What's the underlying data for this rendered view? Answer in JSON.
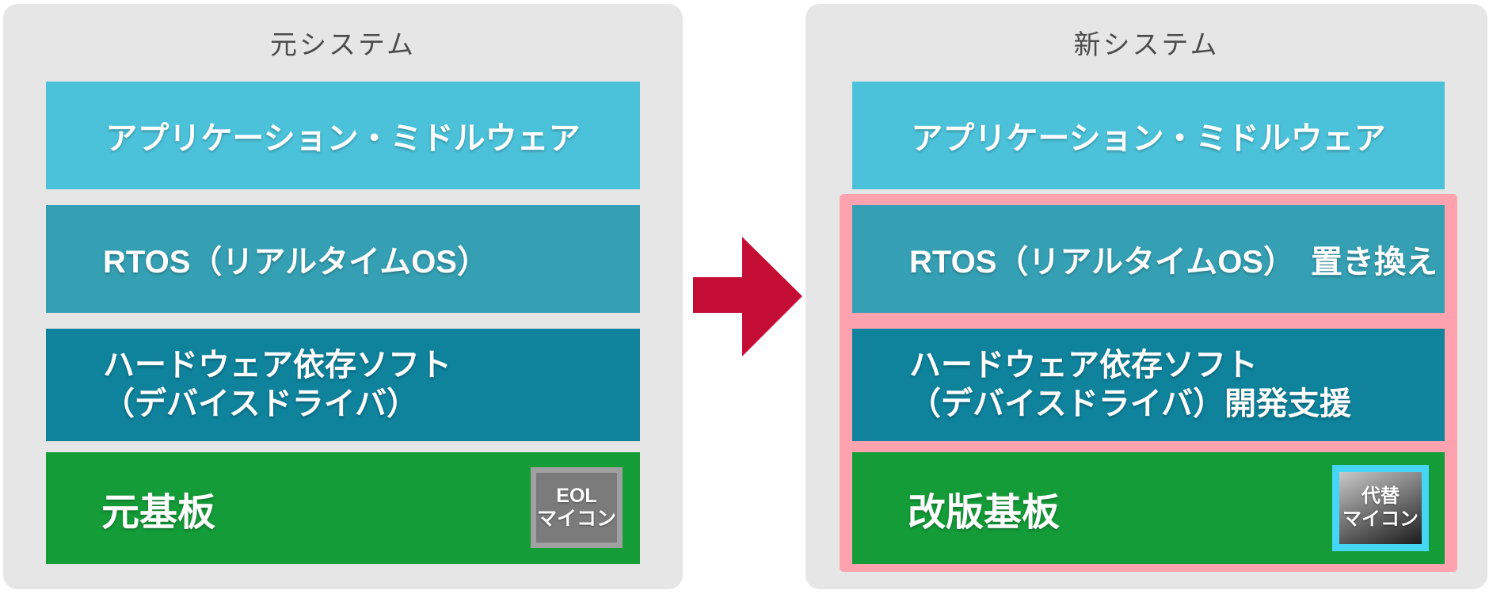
{
  "diagram": {
    "left_panel": {
      "title": "元システム",
      "layers": {
        "app": "アプリケーション・ミドルウェア",
        "rtos": "RTOS（リアルタイムOS）",
        "hw_line1": "ハードウェア依存ソフト",
        "hw_line2": "（デバイスドライバ）",
        "board": "元基板"
      },
      "board_badge": {
        "line1": "EOL",
        "line2": "マイコン"
      }
    },
    "right_panel": {
      "title": "新システム",
      "layers": {
        "app": "アプリケーション・ミドルウェア",
        "rtos": "RTOS（リアルタイムOS）　置き換え",
        "hw_line1": "ハードウェア依存ソフト",
        "hw_line2": "（デバイスドライバ）開発支援",
        "board": "改版基板"
      },
      "board_badge": {
        "line1": "代替",
        "line2": "マイコン"
      }
    },
    "colors": {
      "panel_background": "#e6e6e6",
      "app_layer": "#4bc2da",
      "rtos_layer": "#35a0b4",
      "hw_layer": "#0f829c",
      "board_layer": "#149c38",
      "highlight_pink": "#ffa2b0",
      "arrow_red": "#c30d35",
      "eol_badge_fill": "#7b7b7b",
      "eol_badge_border": "#a0a0a0",
      "alt_badge_border": "#45d6f6"
    }
  }
}
